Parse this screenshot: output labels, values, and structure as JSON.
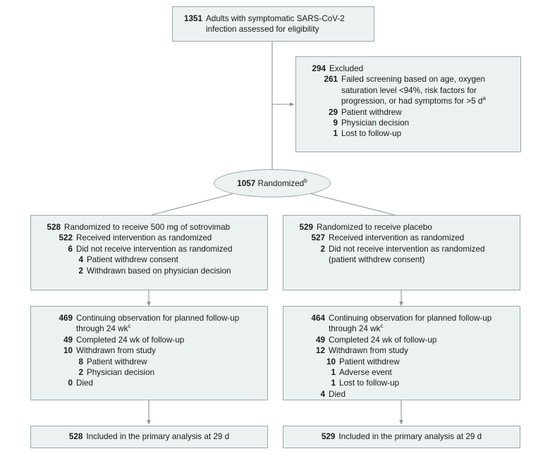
{
  "diagram": {
    "title": "CONSORT participant flow diagram",
    "colors": {
      "box_fill": "#ecf2f2",
      "box_border": "#9aa7a7",
      "line": "#8c9494",
      "text": "#1a1a1a"
    },
    "enrollment": {
      "count": "1351",
      "label": "Adults with symptomatic SARS-CoV-2 infection assessed for eligibility"
    },
    "excluded": {
      "count": "294",
      "label": "Excluded",
      "items": [
        {
          "count": "261",
          "label": "Failed screening based on age, oxygen saturation level <94%, risk factors for progression, or had symptoms for >5 d",
          "sup": "a"
        },
        {
          "count": "29",
          "label": "Patient withdrew",
          "sup": ""
        },
        {
          "count": "9",
          "label": "Physician decision",
          "sup": ""
        },
        {
          "count": "1",
          "label": "Lost to follow-up",
          "sup": ""
        }
      ]
    },
    "randomized": {
      "count": "1057",
      "label": "Randomized",
      "sup": "b"
    },
    "arms": [
      {
        "allocation": {
          "count": "528",
          "label": "Randomized to receive 500 mg of sotrovimab",
          "items": [
            {
              "count": "522",
              "label": "Received intervention as randomized",
              "level": 1
            },
            {
              "count": "6",
              "label": "Did not receive intervention as randomized",
              "level": 1
            },
            {
              "count": "4",
              "label": "Patient withdrew consent",
              "level": 2
            },
            {
              "count": "2",
              "label": "Withdrawn based on physician decision",
              "level": 2
            }
          ]
        },
        "followup": {
          "count": "469",
          "label": "Continuing observation for planned follow-up through 24 wk",
          "sup": "c",
          "items": [
            {
              "count": "49",
              "label": "Completed 24 wk of follow-up",
              "level": 1
            },
            {
              "count": "10",
              "label": "Withdrawn from study",
              "level": 1
            },
            {
              "count": "8",
              "label": "Patient withdrew",
              "level": 2
            },
            {
              "count": "2",
              "label": "Physician decision",
              "level": 2
            },
            {
              "count": "0",
              "label": "Died",
              "level": 1
            }
          ]
        },
        "analysis": {
          "count": "528",
          "label": "Included in the primary analysis at 29 d"
        }
      },
      {
        "allocation": {
          "count": "529",
          "label": "Randomized to receive placebo",
          "items": [
            {
              "count": "527",
              "label": "Received intervention as randomized",
              "level": 1
            },
            {
              "count": "2",
              "label": "Did not receive intervention as randomized",
              "level": 1
            },
            {
              "count": "",
              "label": "(patient withdrew consent)",
              "level": 1
            }
          ]
        },
        "followup": {
          "count": "464",
          "label": "Continuing observation for planned follow-up through 24 wk",
          "sup": "c",
          "items": [
            {
              "count": "49",
              "label": "Completed 24 wk of follow-up",
              "level": 1
            },
            {
              "count": "12",
              "label": "Withdrawn from study",
              "level": 1
            },
            {
              "count": "10",
              "label": "Patient withdrew",
              "level": 2
            },
            {
              "count": "1",
              "label": "Adverse event",
              "level": 2
            },
            {
              "count": "1",
              "label": "Lost to follow-up",
              "level": 2
            },
            {
              "count": "4",
              "label": "Died",
              "level": 1
            }
          ]
        },
        "analysis": {
          "count": "529",
          "label": "Included in the primary analysis at 29 d"
        }
      }
    ]
  }
}
